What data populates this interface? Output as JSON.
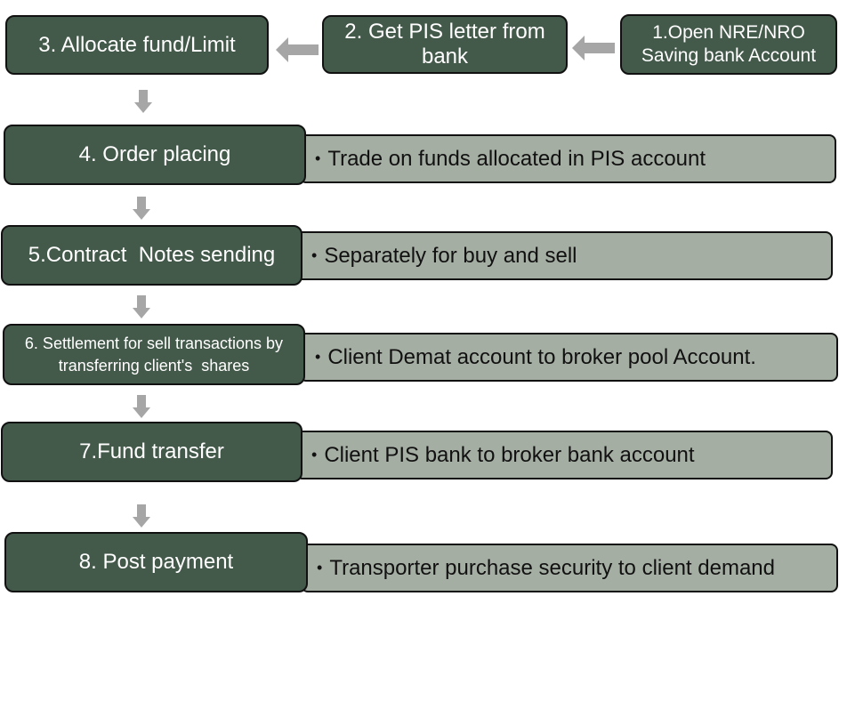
{
  "top_row": {
    "step1": "1.Open NRE/NRO Saving bank Account",
    "step2": "2. Get PIS letter from bank",
    "step3": "3. Allocate fund/Limit"
  },
  "rows": [
    {
      "step": "4. Order placing",
      "detail": "Trade on funds allocated in PIS account"
    },
    {
      "step": "5.Contract  Notes sending",
      "detail": "Separately for buy and sell"
    },
    {
      "step": "6. Settlement for sell transactions by transferring client's  shares",
      "detail": "Client Demat account to broker pool Account."
    },
    {
      "step": "7.Fund transfer",
      "detail": "Client PIS bank to broker bank account"
    },
    {
      "step": "8. Post payment",
      "detail": "Transporter purchase security to client demand"
    }
  ],
  "bullet_glyph": "•",
  "colors": {
    "step_fill": "#43594a",
    "detail_fill": "#a5aea3",
    "arrow": "#a6a6a6"
  }
}
